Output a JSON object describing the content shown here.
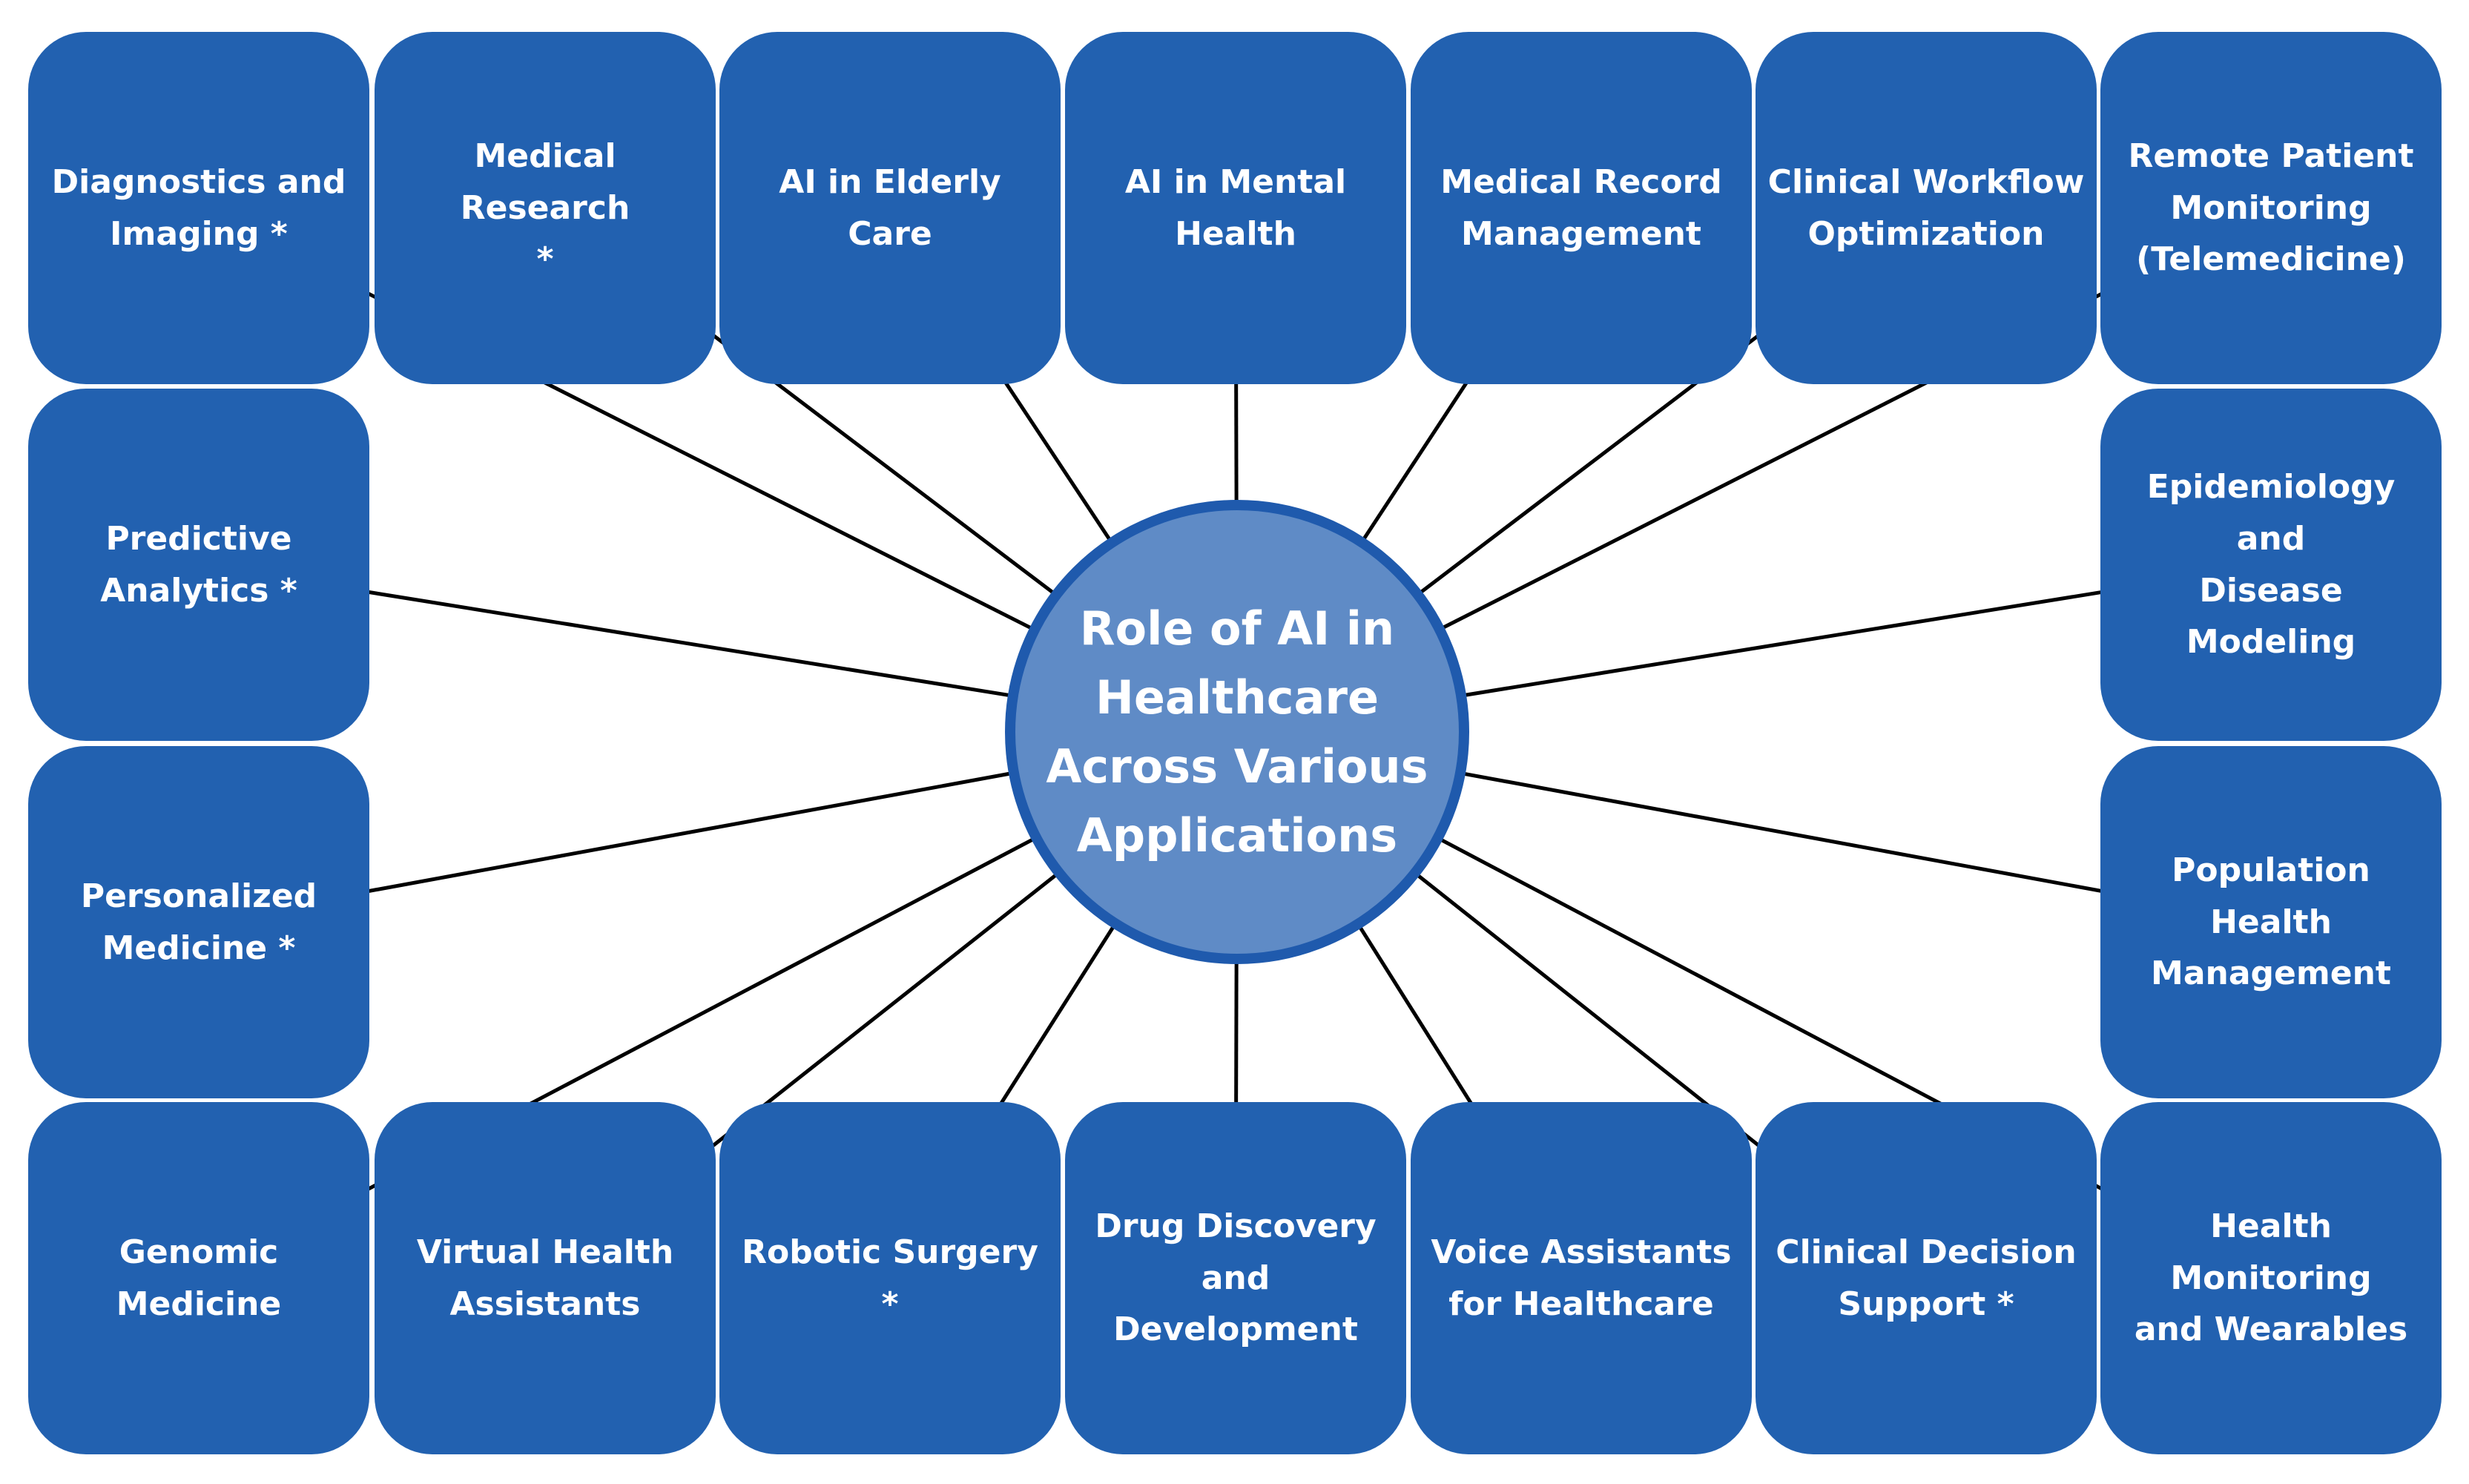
{
  "diagram": {
    "center": {
      "label": "Role of AI in\nHealthcare\nAcross Various\nApplications"
    },
    "nodes": [
      {
        "id": "diagnostics-and-imaging",
        "label": "Diagnostics and\nImaging  *"
      },
      {
        "id": "medical-research",
        "label": "Medical Research\n*"
      },
      {
        "id": "ai-in-elderly-care",
        "label": "AI in Elderly Care"
      },
      {
        "id": "ai-in-mental-health",
        "label": "AI in Mental\nHealth"
      },
      {
        "id": "medical-record-management",
        "label": "Medical Record\nManagement"
      },
      {
        "id": "clinical-workflow-optimization",
        "label": "Clinical Workflow\nOptimization"
      },
      {
        "id": "remote-patient-monitoring",
        "label": "Remote Patient\nMonitoring\n(Telemedicine)"
      },
      {
        "id": "predictive-analytics",
        "label": "Predictive\nAnalytics  *"
      },
      {
        "id": "epidemiology-and-disease-modeling",
        "label": "Epidemiology and\nDisease Modeling"
      },
      {
        "id": "personalized-medicine",
        "label": "Personalized\nMedicine  *"
      },
      {
        "id": "population-health-management",
        "label": "Population Health\nManagement"
      },
      {
        "id": "genomic-medicine",
        "label": "Genomic Medicine"
      },
      {
        "id": "virtual-health-assistants",
        "label": "Virtual Health\nAssistants"
      },
      {
        "id": "robotic-surgery",
        "label": "Robotic Surgery  *"
      },
      {
        "id": "drug-discovery-and-development",
        "label": "Drug Discovery\nand Development"
      },
      {
        "id": "voice-assistants-for-healthcare",
        "label": "Voice Assistants\nfor Healthcare"
      },
      {
        "id": "clinical-decision-support",
        "label": "Clinical Decision\nSupport  *"
      },
      {
        "id": "health-monitoring-and-wearables",
        "label": "Health Monitoring\nand Wearables"
      }
    ],
    "colors": {
      "box_fill": "#2261B0",
      "hub_fill": "#5F8BC6",
      "hub_border": "#1F5AAD",
      "connector": "#000000",
      "text": "#FFFFFF",
      "background": "#FFFFFF"
    }
  }
}
